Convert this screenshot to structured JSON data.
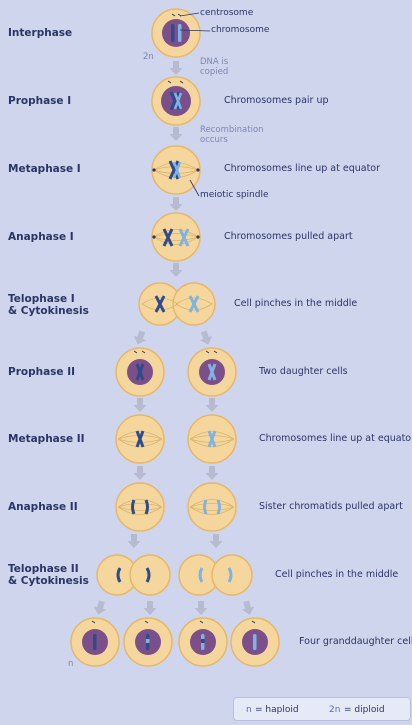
{
  "stages": [
    {
      "label": "Interphase",
      "description": ""
    },
    {
      "label": "Prophase I",
      "description": "Chromosomes pair up"
    },
    {
      "label": "Metaphase I",
      "description": "Chromosomes line up at equator"
    },
    {
      "label": "Anaphase I",
      "description": "Chromosomes pulled apart"
    },
    {
      "label": "Telophase I\n& Cytokinesis",
      "description": "Cell pinches in the middle"
    },
    {
      "label": "Prophase II",
      "description": "Two daughter cells"
    },
    {
      "label": "Metaphase II",
      "description": "Chromosomes line up at equator"
    },
    {
      "label": "Anaphase II",
      "description": "Sister chromatids pulled apart"
    },
    {
      "label": "Telophase II\n& Cytokinesis",
      "description": "Cell pinches in the middle"
    },
    {
      "label": "",
      "description": "Four granddaughter cells"
    }
  ],
  "annotations": {
    "centrosome": "centrosome",
    "chromosome": "chromosome",
    "meiotic_spindle": "meiotic spindle",
    "ploidy_diploid_mark": "2n",
    "ploidy_haploid_mark": "n"
  },
  "process_notes": {
    "dna_copied_line1": "DNA is",
    "dna_copied_line2": "copied",
    "recombination_line1": "Recombination",
    "recombination_line2": "occurs"
  },
  "legend": {
    "haploid_symbol": "n",
    "haploid_label": "= haploid",
    "diploid_symbol": "2n",
    "diploid_label": "= diploid"
  },
  "colors": {
    "background": "#cfd5ec",
    "cell_fill": "#f5d79e",
    "cell_stroke": "#e7b766",
    "nucleus": "#7b4f8a",
    "chromosome_dark": "#2f4b8a",
    "chromosome_light": "#7fb3e3",
    "arrow": "#b6bbd0",
    "text": "#2a3566",
    "note_text": "#7d87b3"
  }
}
